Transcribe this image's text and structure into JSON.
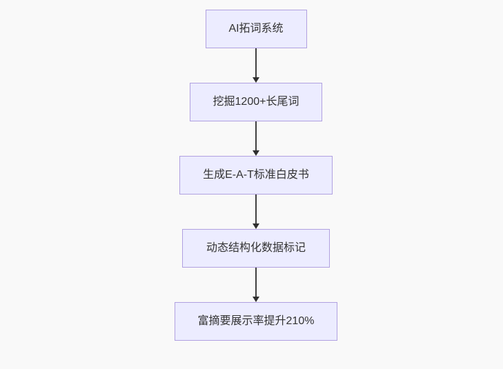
{
  "diagram": {
    "type": "flowchart",
    "direction": "top-to-bottom",
    "nodes": [
      {
        "id": "n1",
        "label": "AI拓词系统"
      },
      {
        "id": "n2",
        "label": "挖掘1200+长尾词"
      },
      {
        "id": "n3",
        "label": "生成E-A-T标准白皮书"
      },
      {
        "id": "n4",
        "label": "动态结构化数据标记"
      },
      {
        "id": "n5",
        "label": "富摘要展示率提升210%"
      }
    ],
    "edges": [
      {
        "from": "n1",
        "to": "n2",
        "style": "arrow-down"
      },
      {
        "from": "n2",
        "to": "n3",
        "style": "arrow-down"
      },
      {
        "from": "n3",
        "to": "n4",
        "style": "arrow-down"
      },
      {
        "from": "n4",
        "to": "n5",
        "style": "arrow-down"
      }
    ],
    "colors": {
      "node_fill": "#ececff",
      "node_border": "#b0a0e0",
      "node_text": "#333333",
      "arrow": "#3f3f3f",
      "background": "#f9f9f9"
    }
  }
}
